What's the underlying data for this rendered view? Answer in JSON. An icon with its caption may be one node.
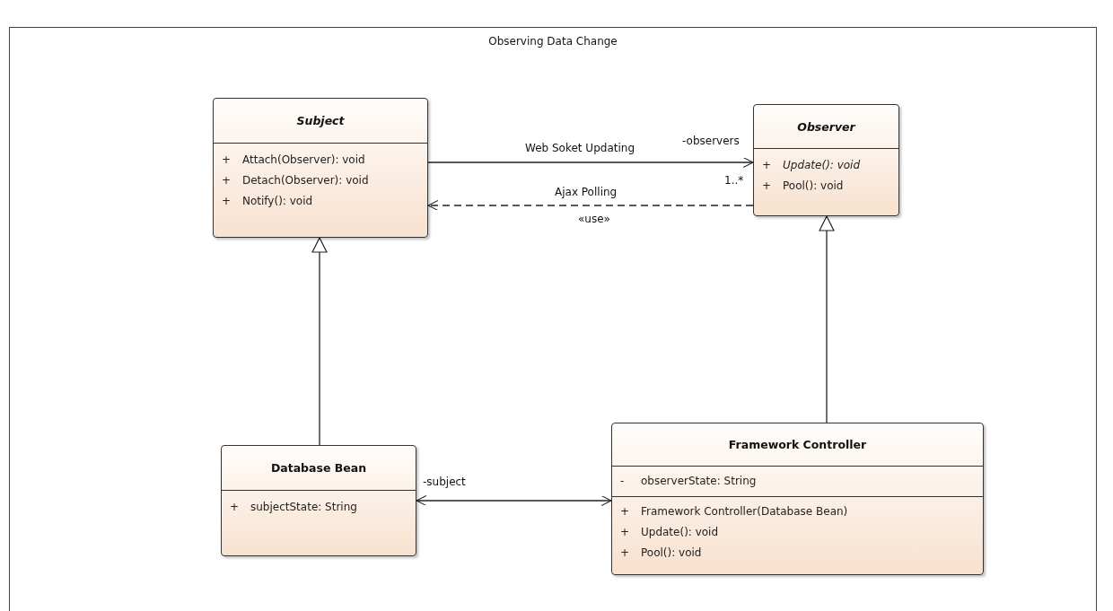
{
  "diagram": {
    "nodes": [
      {
        "text": [
          "Observing Data Change"
        ]
      },
      {
        "text": [
          "Subject",
          "+ Attach(Observer): void",
          "+ Detach(Observer): void",
          "+ Notify(): void"
        ],
        "in": 0
      },
      {
        "text": [
          "Observer",
          "+ Update(): void",
          "+ Pool(): void"
        ],
        "in": 0
      },
      {
        "text": [
          "Database Bean",
          "+ subjectState: String"
        ],
        "in": 0
      },
      {
        "text": [
          "Framework Controller",
          "- observerState: String",
          "+ Framework Controller(Database Bean)",
          "+ Update(): void",
          "+ Pool(): void"
        ],
        "in": 0
      }
    ],
    "edges": [
      {
        "from": 1,
        "to": 2,
        "arrow": "to",
        "label": "Web Soket Updating"
      },
      {
        "from": 2,
        "to": 1,
        "arrow": "to",
        "label": "Ajax Polling",
        "style": "dashed"
      },
      {
        "from": 3,
        "to": 1,
        "arrow": "to"
      },
      {
        "from": 4,
        "to": 2,
        "arrow": "to"
      },
      {
        "from": 3,
        "to": 4,
        "arrow": "both",
        "label": "-subject"
      }
    ],
    "labels": [
      "-observers",
      "1..*",
      "«use»"
    ]
  }
}
